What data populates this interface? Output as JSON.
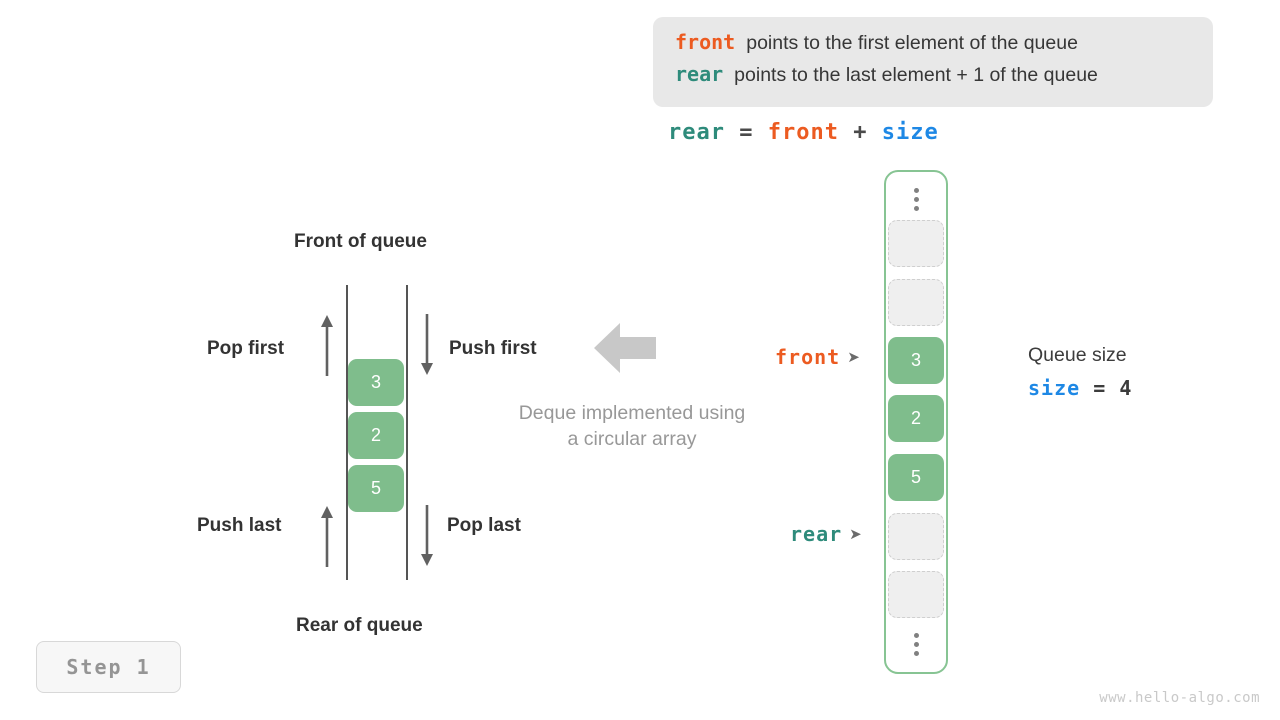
{
  "legend": {
    "rows": [
      {
        "keyword": "front",
        "keyword_color": "#ec5b21",
        "description": "points to the first element of the queue"
      },
      {
        "keyword": "rear",
        "keyword_color": "#2e8b7b",
        "description": "points to the last element + 1 of the queue"
      }
    ]
  },
  "formula": {
    "lhs": "rear",
    "equals": "=",
    "op1": "front",
    "plus": "+",
    "op2": "size"
  },
  "deque_diagram": {
    "top_label": "Front of queue",
    "bottom_label": "Rear of queue",
    "operations": {
      "pop_first": "Pop first",
      "push_first": "Push first",
      "push_last": "Push last",
      "pop_last": "Pop last"
    },
    "cells": [
      "3",
      "2",
      "5"
    ],
    "cell_color": "#7fbd8c"
  },
  "caption": {
    "line1": "Deque implemented using",
    "line2": "a circular array"
  },
  "array": {
    "border_color": "#87c493",
    "top_ellipsis": "vertical-ellipsis",
    "bottom_ellipsis": "vertical-ellipsis",
    "slots": [
      {
        "value": "",
        "state": "empty"
      },
      {
        "value": "",
        "state": "empty"
      },
      {
        "value": "3",
        "state": "filled"
      },
      {
        "value": "2",
        "state": "filled"
      },
      {
        "value": "5",
        "state": "filled"
      },
      {
        "value": "",
        "state": "empty"
      },
      {
        "value": "",
        "state": "empty"
      }
    ],
    "pointers": {
      "front": {
        "label": "front",
        "marker": "➤",
        "color": "#ec5b21"
      },
      "rear": {
        "label": "rear",
        "marker": "➤",
        "color": "#2e8b7b"
      }
    }
  },
  "size_note": {
    "title": "Queue size",
    "keyword": "size",
    "equals": "=",
    "value": "4",
    "keyword_color": "#1e88e5"
  },
  "step_badge": {
    "label": "Step 1"
  },
  "watermark": {
    "text": "www.hello-algo.com"
  }
}
